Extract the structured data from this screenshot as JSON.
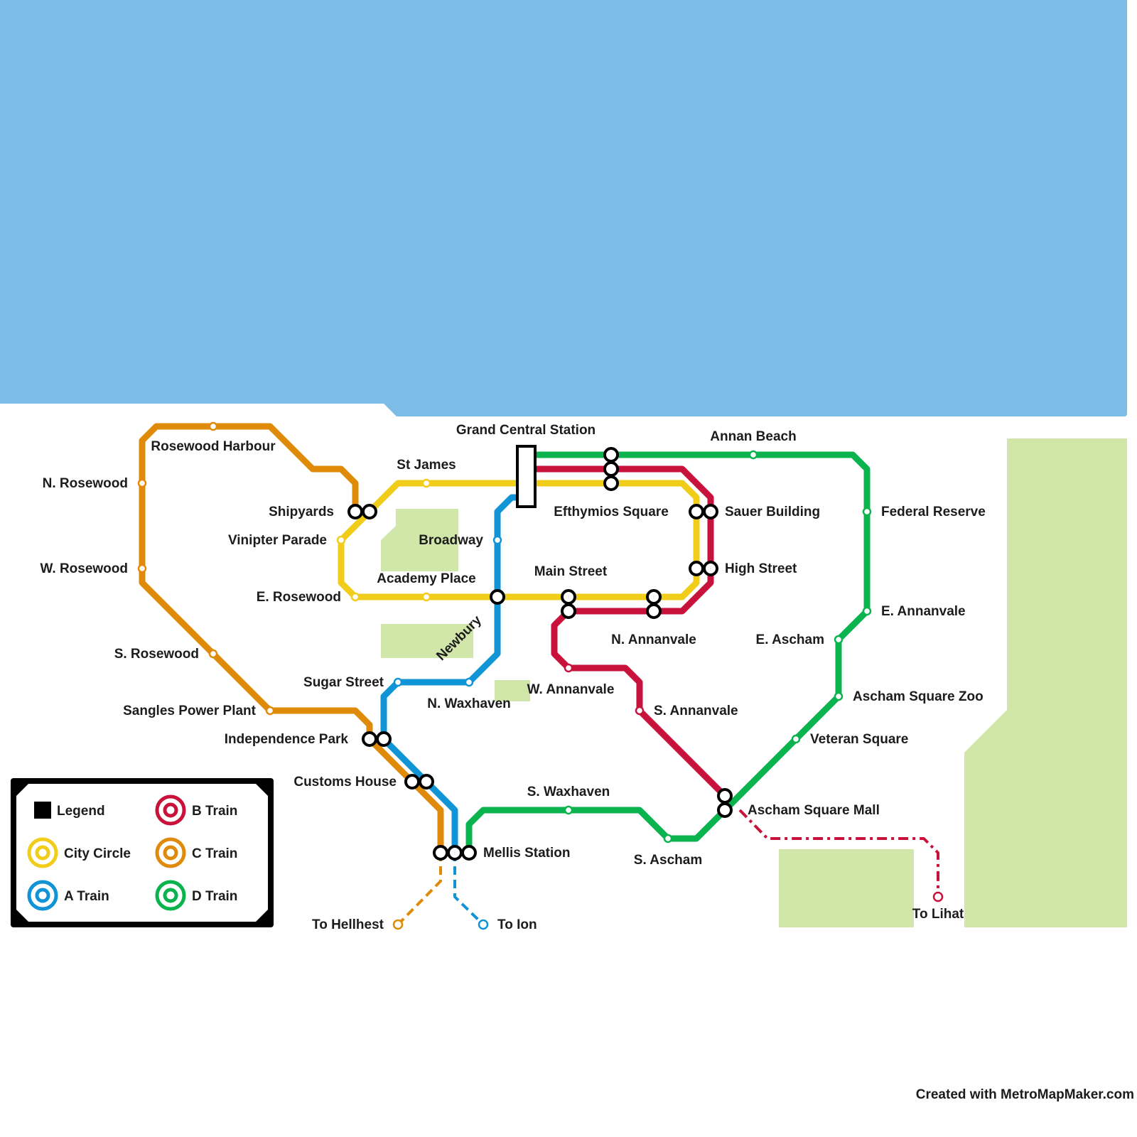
{
  "colors": {
    "water": "#7cbde8",
    "park": "#d1e7a9",
    "city_circle": "#f1cd1a",
    "a_train": "#1094d6",
    "b_train": "#c8123c",
    "c_train": "#e08a0a",
    "d_train": "#0ab34e",
    "text": "#1c1c1c"
  },
  "legend": {
    "title": "Legend",
    "items": [
      {
        "label": "City Circle",
        "color": "#f1cd1a"
      },
      {
        "label": "A Train",
        "color": "#1094d6"
      },
      {
        "label": "B Train",
        "color": "#c8123c"
      },
      {
        "label": "C Train",
        "color": "#e08a0a"
      },
      {
        "label": "D Train",
        "color": "#0ab34e"
      }
    ]
  },
  "stations": {
    "rosewood_harbour": "Rosewood Harbour",
    "n_rosewood": "N. Rosewood",
    "w_rosewood": "W. Rosewood",
    "s_rosewood": "S. Rosewood",
    "sangles_power_plant": "Sangles Power Plant",
    "shipyards": "Shipyards",
    "vinipter_parade": "Vinipter Parade",
    "e_rosewood": "E. Rosewood",
    "st_james": "St James",
    "broadway": "Broadway",
    "academy_place": "Academy Place",
    "newbury": "Newbury",
    "grand_central": "Grand Central Station",
    "efthymios_square": "Efthymios Square",
    "annan_beach": "Annan Beach",
    "sauer_building": "Sauer Building",
    "high_street": "High Street",
    "main_street": "Main Street",
    "n_annanvale": "N. Annanvale",
    "federal_reserve": "Federal Reserve",
    "e_annanvale": "E. Annanvale",
    "e_ascham": "E. Ascham",
    "ascham_square_zoo": "Ascham Square Zoo",
    "veteran_square": "Veteran Square",
    "ascham_square_mall": "Ascham Square Mall",
    "sugar_street": "Sugar Street",
    "n_waxhaven": "N. Waxhaven",
    "w_annanvale": "W. Annanvale",
    "s_annanvale": "S. Annanvale",
    "independence_park": "Independence Park",
    "customs_house": "Customs House",
    "mellis_station": "Mellis Station",
    "s_waxhaven": "S. Waxhaven",
    "s_ascham": "S. Ascham",
    "to_hellhest": "To Hellhest",
    "to_ion": "To Ion",
    "to_lihat": "To Lihat"
  },
  "credit": "Created with MetroMapMaker.com"
}
